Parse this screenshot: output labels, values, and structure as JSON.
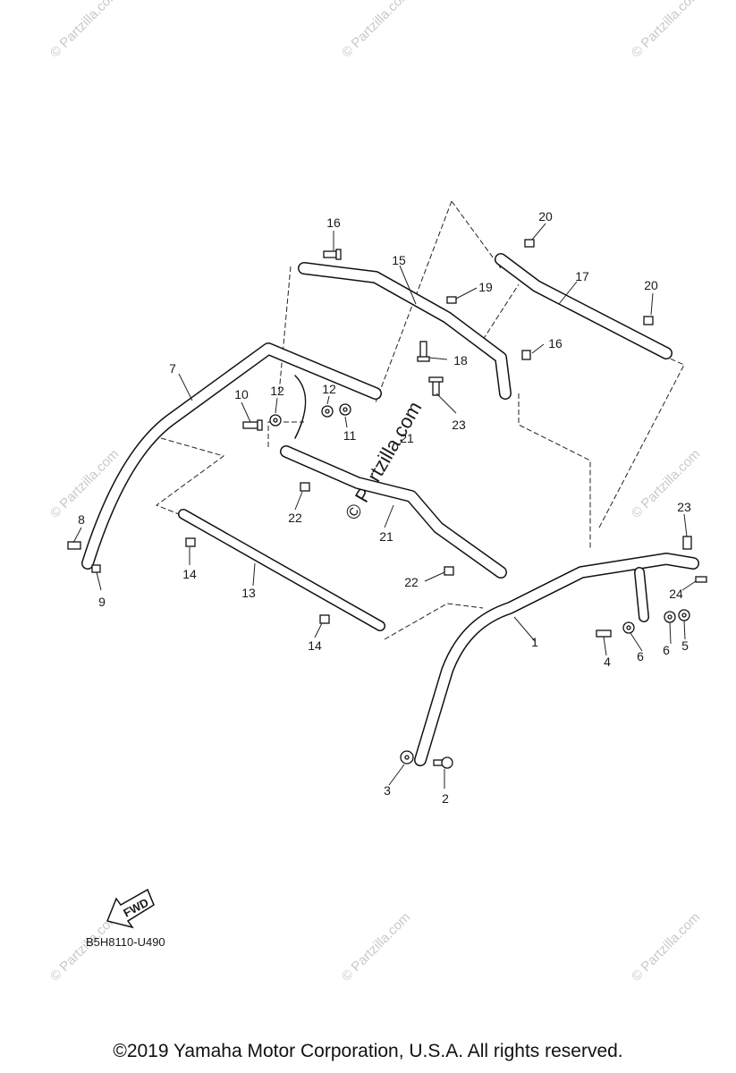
{
  "diagram": {
    "watermark_text": "© Partzilla.com",
    "center_watermark": "© Partzilla.com",
    "fwd_label": "FWD",
    "diagram_code": "B5H8110-U490",
    "callouts": [
      "1",
      "2",
      "3",
      "4",
      "5",
      "6",
      "6",
      "7",
      "8",
      "9",
      "10",
      "11",
      "12",
      "12",
      "13",
      "14",
      "14",
      "15",
      "16",
      "16",
      "17",
      "18",
      "19",
      "20",
      "20",
      "21",
      "21",
      "22",
      "22",
      "23",
      "23",
      "24"
    ]
  },
  "footer": {
    "copyright": "©2019  Yamaha Motor Corporation, U.S.A. All rights reserved."
  }
}
